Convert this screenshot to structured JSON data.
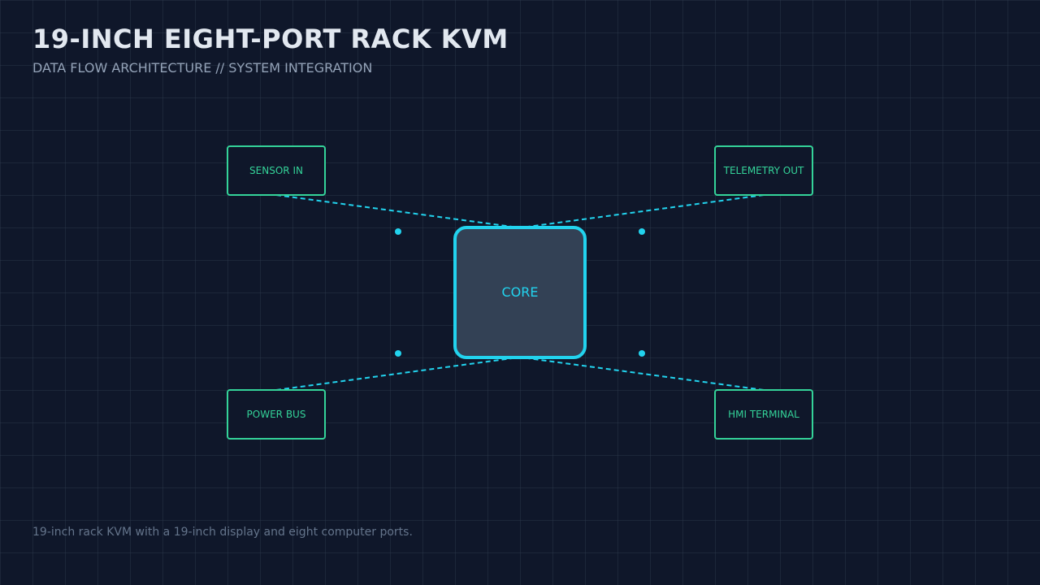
{
  "header": {
    "title": "19-INCH EIGHT-PORT RACK KVM",
    "subtitle": "DATA FLOW ARCHITECTURE // SYSTEM INTEGRATION"
  },
  "diagram": {
    "core": {
      "label": "CORE"
    },
    "nodes": {
      "sensor_in": {
        "label": "SENSOR IN"
      },
      "telemetry_out": {
        "label": "TELEMETRY OUT"
      },
      "power_bus": {
        "label": "POWER BUS"
      },
      "hmi_terminal": {
        "label": "HMI TERMINAL"
      }
    }
  },
  "footer": {
    "caption": "19-inch rack KVM with a 19-inch display and eight computer ports."
  },
  "colors": {
    "background": "#0f172a",
    "grid": "#334155",
    "accent_cyan": "#22d3ee",
    "node_green": "#34d399",
    "core_fill": "#334155",
    "title": "#e2e8f0",
    "subtitle": "#94a3b8",
    "caption": "#64748b"
  }
}
